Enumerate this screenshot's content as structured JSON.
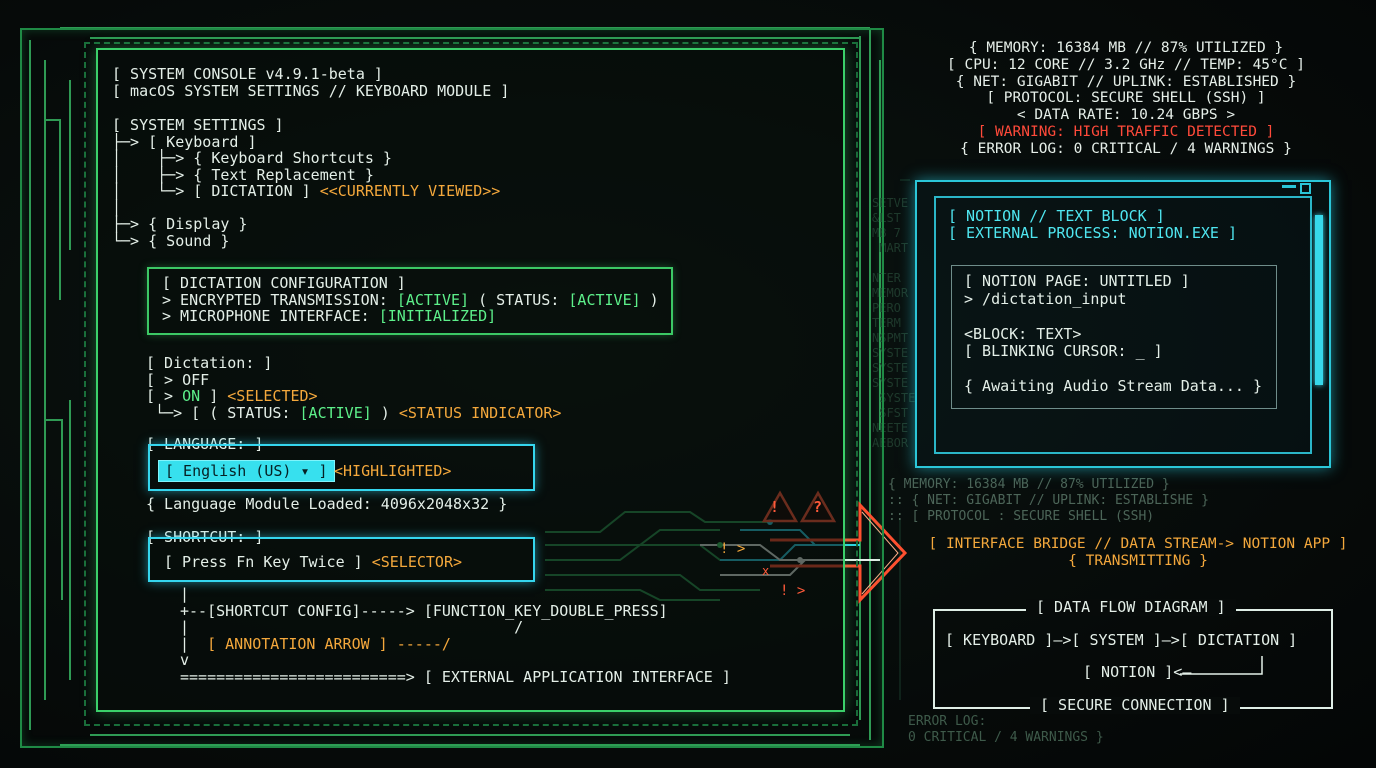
{
  "console": {
    "header_line1": "[ SYSTEM CONSOLE v4.9.1-beta ]",
    "header_line2": "[ macOS SYSTEM SETTINGS // KEYBOARD MODULE ]",
    "tree": {
      "root": "[ SYSTEM SETTINGS ]",
      "keyboard": "├─> [ Keyboard ]",
      "shortcuts": "│    ├─> { Keyboard Shortcuts }",
      "replacement": "│    ├─> { Text Replacement }",
      "dictation": "│    └─> [ DICTATION ]",
      "dictation_note": "<<CURRENTLY VIEWED>>",
      "display": "├─> { Display }",
      "sound": "└─> { Sound }"
    },
    "config": {
      "title": "[ DICTATION CONFIGURATION ]",
      "line1_prefix": "> ENCRYPTED TRANSMISSION: ",
      "line1_active": "[ACTIVE]",
      "line1_mid": " ( STATUS: ",
      "line1_status": "[ACTIVE]",
      "line1_end": " )",
      "line2_prefix": "> MICROPHONE INTERFACE: ",
      "line2_value": "[INITIALIZED]"
    },
    "dictation": {
      "title": "[ Dictation: ]",
      "off": "[ > OFF",
      "on_prefix": "[ > ",
      "on_value": "ON",
      "on_suffix": " ]",
      "on_note": "<SELECTED>",
      "status_prefix": " └─> [ ( STATUS: ",
      "status_value": "[ACTIVE]",
      "status_suffix": " )",
      "status_note": "<STATUS INDICATOR>"
    },
    "language": {
      "title": "[ LANGUAGE: ]",
      "selected": "[ English (US) ▾ ]",
      "note": "<HIGHLIGHTED>",
      "module": "{ Language Module Loaded: 4096x2048x32 }"
    },
    "shortcut": {
      "title": "[ SHORTCUT: ]",
      "value": "[ Press Fn Key Twice ]",
      "note": "<SELECTOR>"
    },
    "diagram": {
      "line1": "|",
      "line2": "+--[SHORTCUT CONFIG]-----> [FUNCTION_KEY_DOUBLE_PRESS]",
      "line3": "|                                    /",
      "line4_a": "|  ",
      "line4_b": "[ ANNOTATION ARROW ]",
      "line4_c": " -----/",
      "line5": "v",
      "line6": "=========================> [ EXTERNAL APPLICATION INTERFACE ]"
    }
  },
  "stats": {
    "memory": "{ MEMORY: 16384 MB // 87% UTILIZED }",
    "cpu": "[ CPU: 12 CORE // 3.2 GHz // TEMP: 45°C ]",
    "net": "{ NET: GIGABIT // UPLINK: ESTABLISHED }",
    "protocol": "[ PROTOCOL: SECURE SHELL (SSH) ]",
    "rate": "< DATA RATE: 10.24 GBPS >",
    "warning": "[ WARNING: HIGH TRAFFIC DETECTED ]",
    "errors": "{ ERROR LOG: 0 CRITICAL / 4 WARNINGS }"
  },
  "notion": {
    "title1": "[ NOTION // TEXT BLOCK ]",
    "title2": "[ EXTERNAL PROCESS: NOTION.EXE ]",
    "page": "[ NOTION PAGE: UNTITLED ]",
    "input": "> /dictation_input",
    "block": "<BLOCK: TEXT>",
    "cursor": "[ BLINKING CURSOR: _ ]",
    "await": "{ Awaiting Audio Stream Data... }"
  },
  "bridge": {
    "line1": "[ INTERFACE BRIDGE // DATA STREAM-> NOTION APP ]",
    "line2": "{ TRANSMITTING }",
    "warn_glyph": "!",
    "warn_glyph2": "?",
    "spark1": "! >",
    "spark2": "! >",
    "spark3": "x"
  },
  "flow": {
    "title": "[ DATA FLOW DIAGRAM ]",
    "row1": "[ KEYBOARD ]—>[ SYSTEM ]—>[ DICTATION ]",
    "row2": "[ NOTION ]<—",
    "footer": "[ SECURE CONNECTION ]"
  },
  "ghost": {
    "mem": "{ MEMORY: 16384 MB // 87% UTILIZED }",
    "net": ":: { NET: GIGABIT // UPLINK: ESTABLISHE }",
    "proto": ":: [ PROTOCOL : SECURE SHELL (SSH)",
    "err": "ERROR LOG:",
    "err2": "0 CRITICAL / 4 WARNINGS }"
  },
  "colors": {
    "green": "#3cc865",
    "cyan": "#35d6ee",
    "orange": "#f4a83c",
    "red": "#ff4a3a"
  }
}
